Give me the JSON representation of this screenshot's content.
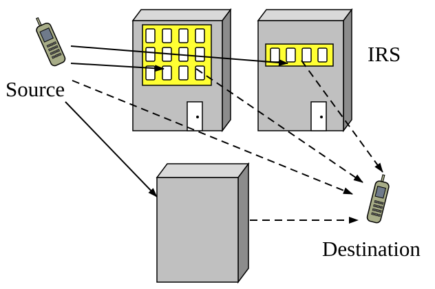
{
  "labels": {
    "source": "Source",
    "irs": "IRS",
    "destination": "Destination"
  },
  "colors": {
    "building_front": "#c0c0c0",
    "building_side": "#8c8c8c",
    "building_top": "#d9d9d9",
    "window_panel": "#ffff33",
    "phone_body": "#a8ad88",
    "outline": "#000000"
  },
  "links": [
    {
      "from": "source",
      "to": "building-1-windows",
      "style": "solid"
    },
    {
      "from": "source",
      "to": "irs-panel",
      "style": "solid"
    },
    {
      "from": "source",
      "to": "destination",
      "style": "dashed"
    },
    {
      "from": "building-1-windows",
      "to": "destination",
      "style": "dashed"
    },
    {
      "from": "irs-panel",
      "to": "destination",
      "style": "dashed"
    },
    {
      "from": "source",
      "to": "obstacle-block",
      "style": "solid"
    },
    {
      "from": "obstacle-block",
      "to": "destination",
      "style": "dashed"
    }
  ]
}
